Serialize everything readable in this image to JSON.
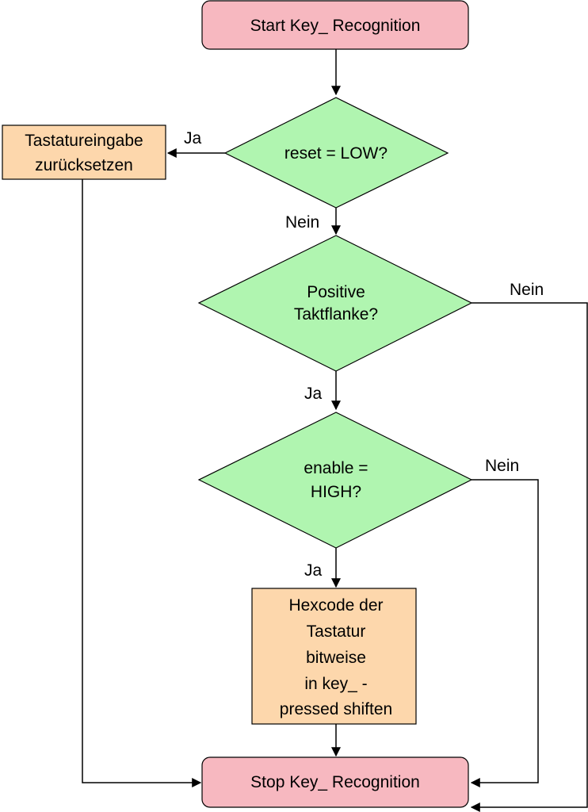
{
  "colors": {
    "terminal_fill": "#f7b8c0",
    "decision_fill": "#b0f5b0",
    "process_fill": "#fdd7ac",
    "line": "#000000"
  },
  "nodes": {
    "start": {
      "label": "Start Key_ Recognition"
    },
    "reset_check": {
      "label": "reset = LOW?"
    },
    "reset_action": {
      "lines": [
        "Tastatureingabe",
        "zurücksetzen"
      ]
    },
    "clock_check": {
      "lines": [
        "Positive",
        "Taktflanke?"
      ]
    },
    "enable_check": {
      "lines": [
        "enable =",
        "HIGH?"
      ]
    },
    "shift_action": {
      "lines": [
        "Hexcode der",
        "Tastatur",
        "bitweise",
        "in key_ -",
        "pressed shiften"
      ]
    },
    "stop": {
      "label": "Stop Key_ Recognition"
    }
  },
  "edges": {
    "reset_yes": "Ja",
    "reset_no": "Nein",
    "clock_yes": "Ja",
    "clock_no": "Nein",
    "enable_yes": "Ja",
    "enable_no": "Nein"
  }
}
